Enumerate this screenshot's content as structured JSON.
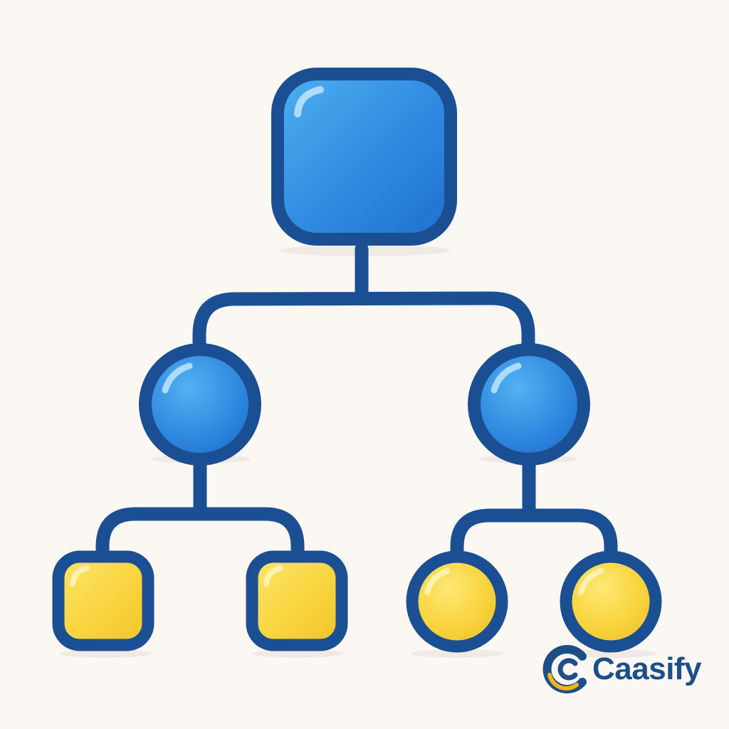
{
  "colors": {
    "background": "#fbf8f3",
    "outline": "#1b4f93",
    "root_fill": "#2f8de0",
    "mid_fill": "#2f8be0",
    "leaf_fill": "#f7d63f",
    "brand_text": "#1d4e89",
    "brand_accent": "#f3b41b"
  },
  "diagram": {
    "root": {
      "shape": "rounded-square",
      "color": "blue"
    },
    "children": [
      {
        "shape": "circle",
        "color": "blue",
        "children": [
          {
            "shape": "rounded-square",
            "color": "yellow"
          },
          {
            "shape": "rounded-square",
            "color": "yellow"
          }
        ]
      },
      {
        "shape": "circle",
        "color": "blue",
        "children": [
          {
            "shape": "circle",
            "color": "yellow"
          },
          {
            "shape": "circle",
            "color": "yellow"
          }
        ]
      }
    ]
  },
  "watermark": {
    "text": "Caasify",
    "icon": "caasify-c-logo-icon"
  }
}
